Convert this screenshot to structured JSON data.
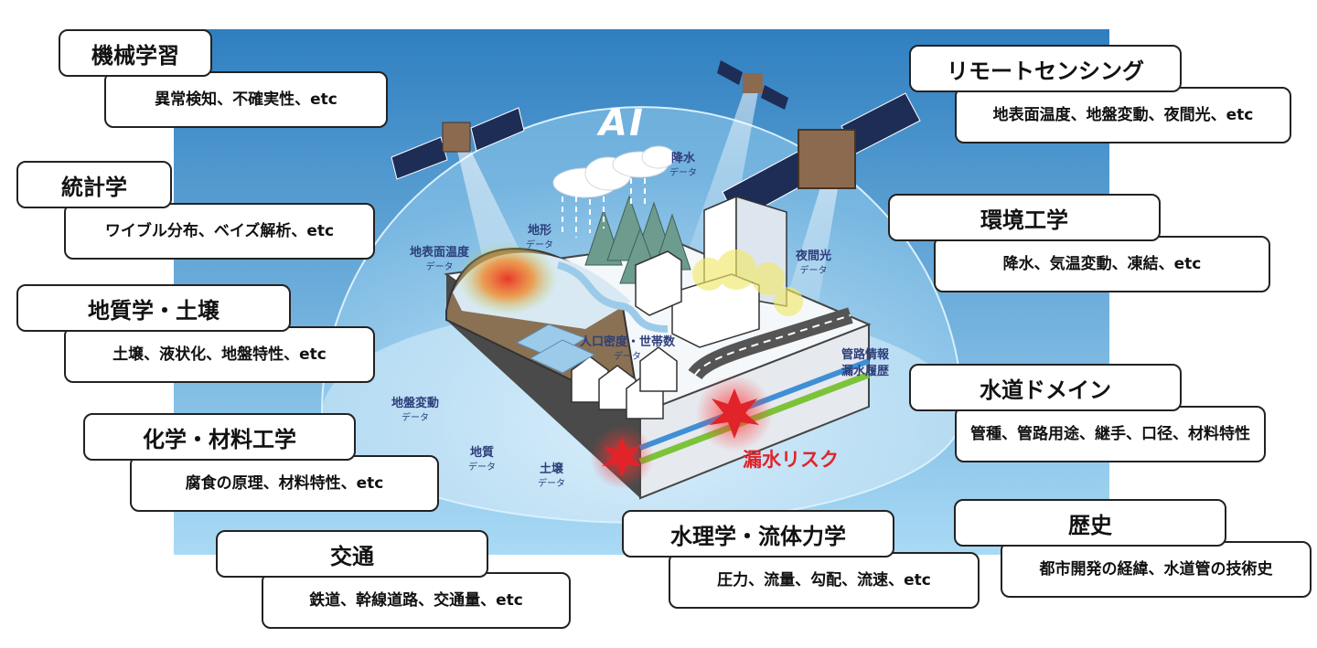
{
  "ai_label": "AI",
  "leak_risk": "漏水リスク",
  "diagram_labels": {
    "kousui": {
      "main": "降水",
      "sub": "データ"
    },
    "chikei": {
      "main": "地形",
      "sub": "データ"
    },
    "chihyo_ondo": {
      "main": "地表面温度",
      "sub": "データ"
    },
    "yakanko": {
      "main": "夜間光",
      "sub": "データ"
    },
    "jinko": {
      "main": "人口密度・世帯数",
      "sub": "データ"
    },
    "kanro": {
      "line1": "管路情報",
      "line2": "漏水履歴"
    },
    "jiban_hendo": {
      "main": "地盤変動",
      "sub": "データ"
    },
    "chishitsu": {
      "main": "地質",
      "sub": "データ"
    },
    "dojo": {
      "main": "土壌",
      "sub": "データ"
    }
  },
  "boxes": {
    "machine_learning": {
      "title": "機械学習",
      "desc": "異常検知、不確実性、etc"
    },
    "statistics": {
      "title": "統計学",
      "desc": "ワイブル分布、ベイズ解析、etc"
    },
    "geology": {
      "title": "地質学・土壌",
      "desc": "土壌、液状化、地盤特性、etc"
    },
    "chemistry": {
      "title": "化学・材料工学",
      "desc": "腐食の原理、材料特性、etc"
    },
    "traffic": {
      "title": "交通",
      "desc": "鉄道、幹線道路、交通量、etc"
    },
    "remote_sensing": {
      "title": "リモートセンシング",
      "desc": "地表面温度、地盤変動、夜間光、etc"
    },
    "environment": {
      "title": "環境工学",
      "desc": "降水、気温変動、凍結、etc"
    },
    "water_domain": {
      "title": "水道ドメイン",
      "desc": "管種、管路用途、継手、口径、材料特性"
    },
    "hydraulics": {
      "title": "水理学・流体力学",
      "desc": "圧力、流量、勾配、流速、etc"
    },
    "history": {
      "title": "歴史",
      "desc": "都市開発の経緯、水道管の技術史"
    }
  },
  "colors": {
    "sky_top": "#2f7fc0",
    "sky_bottom": "#a9daf5",
    "risk": "#e0242a",
    "label_text": "#2d3e7a"
  }
}
